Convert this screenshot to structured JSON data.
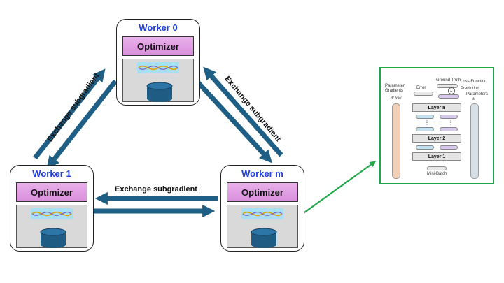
{
  "workers": {
    "top": {
      "title": "Worker 0",
      "optimizer": "Optimizer"
    },
    "left": {
      "title": "Worker 1",
      "optimizer": "Optimizer"
    },
    "right": {
      "title": "Worker m",
      "optimizer": "Optimizer"
    }
  },
  "exchange_label": "Exchange subgradient",
  "detail": {
    "ground_truth": "Ground Truth",
    "loss_function": "Loss Function",
    "prediction": "Prediction",
    "error": "Error",
    "loss_symbol": "L",
    "parameter_gradients": "Parameter Gradients",
    "gradient_symbol": "∂L/∂w",
    "parameters": "Parameters",
    "parameter_symbol": "w",
    "layers": [
      "Layer  n",
      "Layer 2",
      "Layer 1"
    ],
    "ellipsis": "⋮",
    "mini_batch": "Mini-Batch"
  },
  "colors": {
    "arrow": "#1f5f85",
    "worker_title": "#1c3fe0",
    "optimizer_fill": "#e0a0e3",
    "database": "#1e5c84",
    "pointer_arrow": "#1fa84a"
  }
}
